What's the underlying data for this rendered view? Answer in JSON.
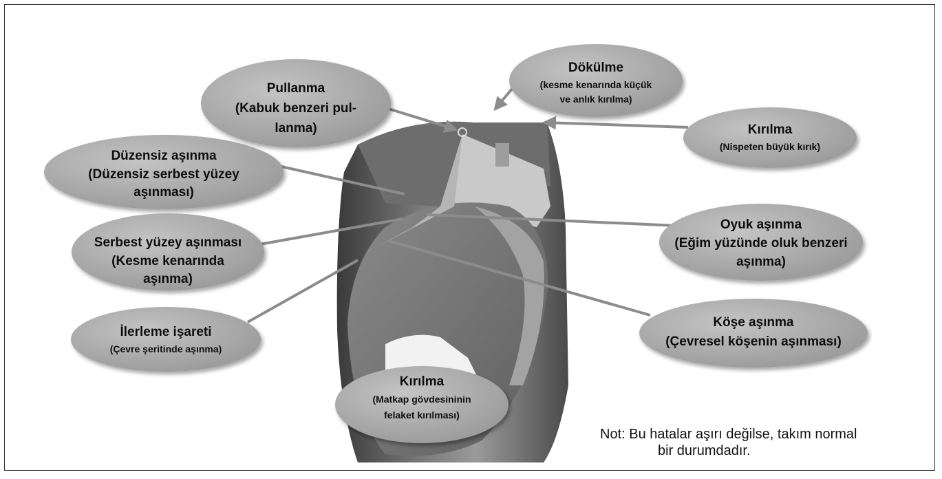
{
  "labels": {
    "pullanma": {
      "title": "Pullanma",
      "lines": [
        "(Kabuk benzeri pul-",
        "lanma)"
      ]
    },
    "dokulme": {
      "title": "Dökülme",
      "lines": [
        "(kesme kenarında küçük",
        "ve anlık kırılma)"
      ]
    },
    "kirilma_top": {
      "title": "Kırılma",
      "lines": [
        "(Nispeten büyük kırık)"
      ]
    },
    "duzensiz": {
      "title": "Düzensiz aşınma",
      "lines": [
        "(Düzensiz serbest yüzey",
        "aşınması)"
      ]
    },
    "serbest": {
      "title": "Serbest yüzey aşınması",
      "lines": [
        "(Kesme kenarında",
        "aşınma)"
      ]
    },
    "oyuk": {
      "title": "Oyuk aşınma",
      "lines": [
        "(Eğim yüzünde oluk benzeri",
        "aşınma)"
      ]
    },
    "ilerleme": {
      "title": "İlerleme işareti",
      "lines": [
        "(Çevre şeritinde aşınma)"
      ]
    },
    "kose": {
      "title": "Köşe aşınma",
      "lines": [
        "(Çevresel köşenin aşınması)"
      ]
    },
    "kirilma_bottom": {
      "title": "Kırılma",
      "lines": [
        "(Matkap gövdesininin",
        "felaket kırılması)"
      ]
    }
  },
  "note": {
    "line1": "Not: Bu hatalar aşırı değilse, takım normal",
    "line2": "bir durumdadır."
  },
  "colors": {
    "bubble": "#a9a9a9",
    "bubble_edge": "#7f7f7f",
    "arrow": "#8c8c8c",
    "body_dark": "#555555"
  }
}
